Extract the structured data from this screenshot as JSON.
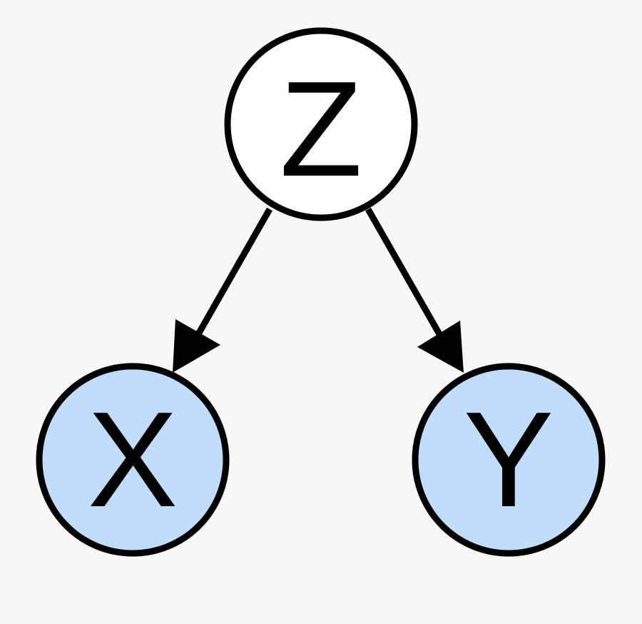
{
  "diagram": {
    "type": "directed-graph",
    "nodes": [
      {
        "id": "Z",
        "label": "Z",
        "fill": "#ffffff",
        "observed": false
      },
      {
        "id": "X",
        "label": "X",
        "fill": "#c2dcfb",
        "observed": true
      },
      {
        "id": "Y",
        "label": "Y",
        "fill": "#c2dcfb",
        "observed": true
      }
    ],
    "edges": [
      {
        "from": "Z",
        "to": "X"
      },
      {
        "from": "Z",
        "to": "Y"
      }
    ]
  },
  "colors": {
    "background": "#f7f7f7",
    "stroke": "#000000",
    "observed_fill": "#c2dcfb",
    "latent_fill": "#ffffff"
  }
}
